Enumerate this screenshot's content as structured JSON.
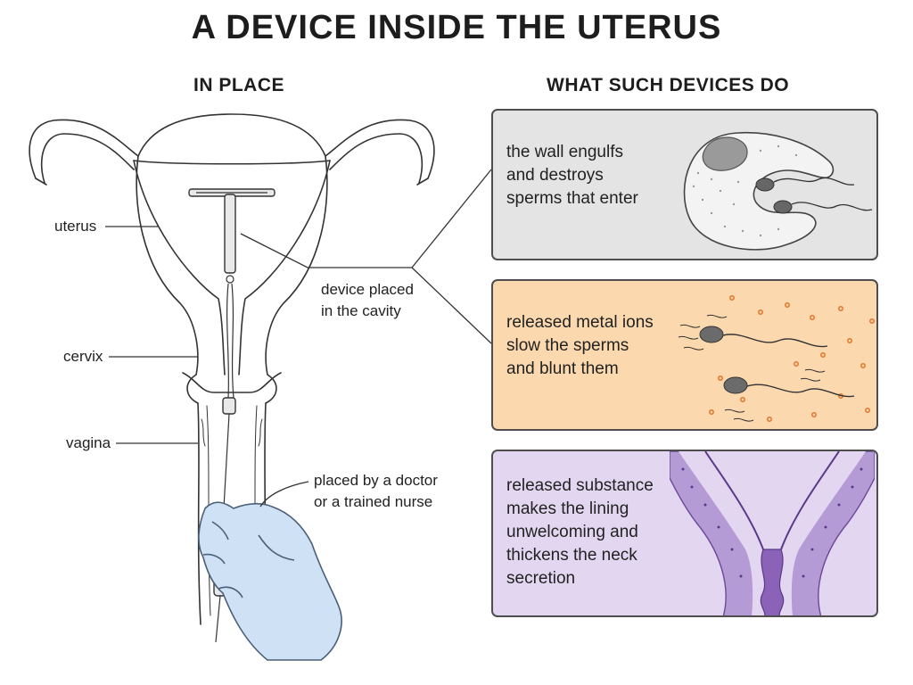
{
  "title": "A DEVICE INSIDE THE UTERUS",
  "left_section": {
    "heading": "IN PLACE",
    "labels": {
      "uterus": "uterus",
      "cervix": "cervix",
      "vagina": "vagina",
      "device_line1": "device placed",
      "device_line2": "in the cavity",
      "doctor_line1": "placed by a doctor",
      "doctor_line2": "or a trained nurse"
    }
  },
  "right_section": {
    "heading": "WHAT SUCH DEVICES DO",
    "panels": [
      {
        "lines": [
          "the wall engulfs",
          "and destroys",
          "sperms that enter"
        ],
        "color": "#e4e4e4"
      },
      {
        "lines": [
          "released metal ions",
          "slow the sperms",
          "and blunt them"
        ],
        "color": "#fbd8ae"
      },
      {
        "lines": [
          "released substance",
          "makes the lining",
          "unwelcoming and",
          "thickens the neck",
          "secretion"
        ],
        "color": "#e3d6f0"
      }
    ]
  },
  "colors": {
    "outline": "#333333",
    "glove": "#cfe2f5",
    "ion_dot": "#e2742a",
    "lining_purple": "#8a63b8"
  }
}
